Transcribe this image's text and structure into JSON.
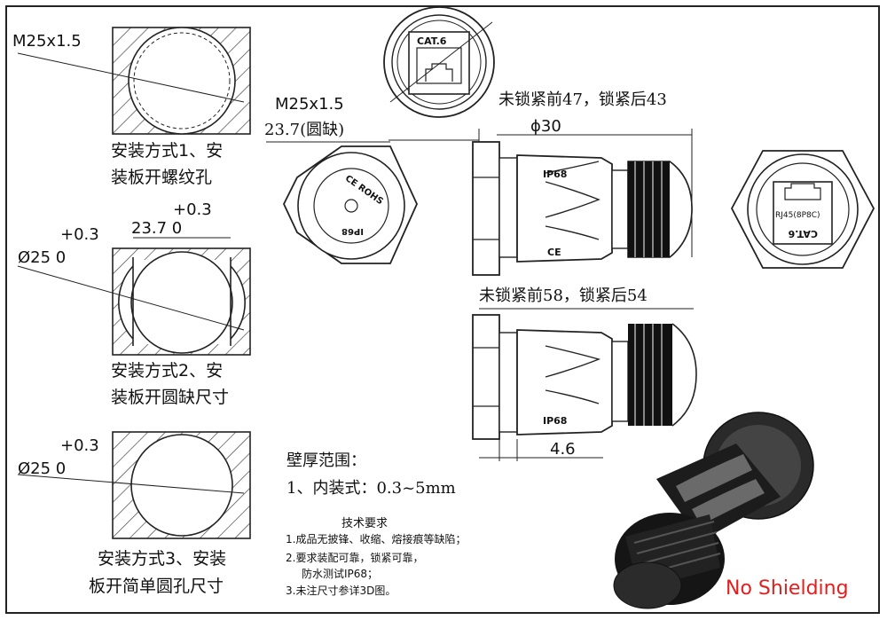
{
  "left_panel": {
    "thread_label": "M25x1.5",
    "method1_line1": "安装方式1、安",
    "method1_line2": "装板开螺纹孔",
    "dim_23_7": "23.7 0",
    "dim_23_7_tol": "+0.3",
    "dim_25_a": "Ø25 0",
    "dim_25_a_tol": "+0.3",
    "method2_line1": "安装方式2、安",
    "method2_line2": "装板开圆缺尺寸",
    "dim_25_b": "Ø25 0",
    "dim_25_b_tol": "+0.3",
    "method3_line1": "安装方式3、安装",
    "method3_line2": "板开简单圆孔尺寸"
  },
  "top_connector": {
    "label": "CAT.6"
  },
  "center_dims": {
    "thread_label": "M25x1.5",
    "dim_23_7": "23.7(圆缺)",
    "len_before_after_47_43": "未锁紧前47，锁紧后43",
    "dia_30": "ϕ30",
    "len_before_after_58_54": "未锁紧前58，锁紧后54",
    "dim_4_6": "4.6"
  },
  "nut_face": {
    "text_top": "CE ROHS",
    "text_bottom": "IP68"
  },
  "gland_side": {
    "ip_mark": "IP68",
    "ce_mark": "CE",
    "ip_mark_lower": "IP68"
  },
  "right_connector": {
    "rj45_label": "RJ45(8P8C)",
    "cat_label": "CAT.6"
  },
  "notes": {
    "wall_heading": "壁厚范围：",
    "wall_line": "1、内装式：0.3~5mm",
    "tech_heading": "技术要求",
    "tech_1": "1.成品无披锋、收缩、熔接痕等缺陷；",
    "tech_2": "2.要求装配可靠，锁紧可靠，",
    "tech_2b": "防水测试IP68；",
    "tech_3": "3.未注尺寸参详3D图。"
  },
  "badge": {
    "text": "No Shielding",
    "color": "#e02020"
  }
}
